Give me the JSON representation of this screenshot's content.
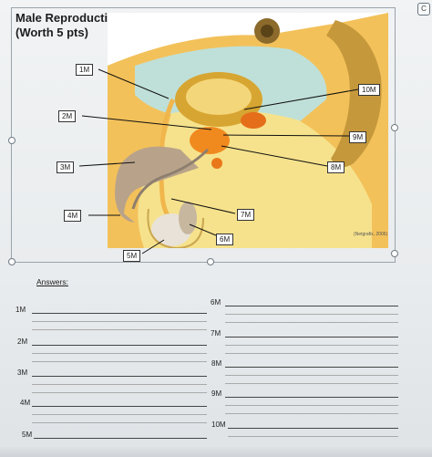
{
  "title_line1": "Male Reproductive System",
  "title_line2": "(Worth 5 pts)",
  "citation": "(Netgrafix, 2006)",
  "corner_icon": "C",
  "diagram_labels": {
    "m1": "1M",
    "m2": "2M",
    "m3": "3M",
    "m4": "4M",
    "m5": "5M",
    "m6": "6M",
    "m7": "7M",
    "m8": "8M",
    "m9": "9M",
    "m10": "10M"
  },
  "answers_heading": "Answers:",
  "answers_left": [
    "1M",
    "2M",
    "3M",
    "4M",
    "5M"
  ],
  "answers_right": [
    "6M",
    "7M",
    "8M",
    "9M",
    "10M"
  ]
}
